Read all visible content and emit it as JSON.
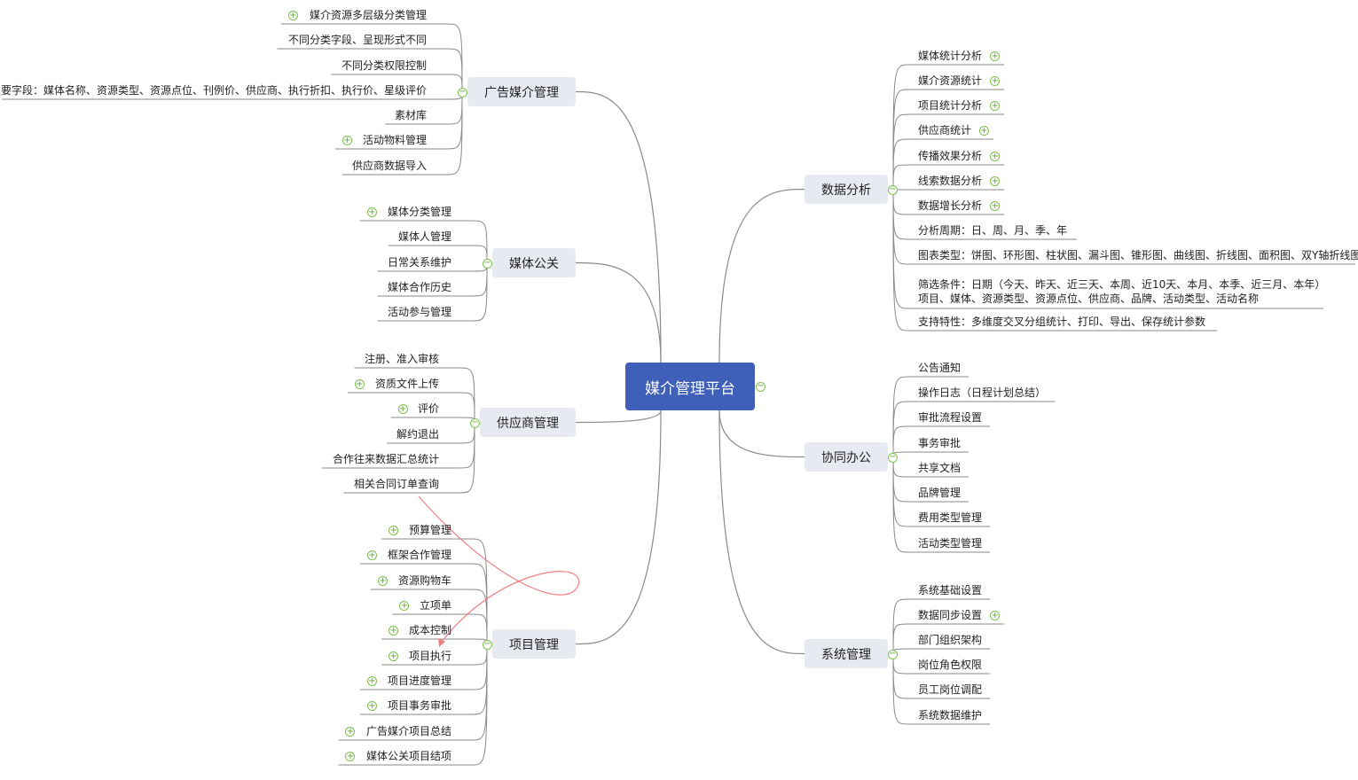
{
  "central": {
    "label": "媒介管理平台"
  },
  "branches": [
    {
      "id": "ad",
      "label": "广告媒介管理",
      "side": "left",
      "children": [
        {
          "label": "媒介资源多层级分类管理",
          "expand": true
        },
        {
          "label": "不同分类字段、呈现形式不同",
          "expand": false
        },
        {
          "label": "不同分类权限控制",
          "expand": false
        },
        {
          "label": "主要字段：媒体名称、资源类型、资源点位、刊例价、供应商、执行折扣、执行价、星级评价",
          "expand": false
        },
        {
          "label": "素材库",
          "expand": false
        },
        {
          "label": "活动物料管理",
          "expand": true
        },
        {
          "label": "供应商数据导入",
          "expand": false
        }
      ]
    },
    {
      "id": "pr",
      "label": "媒体公关",
      "side": "left",
      "children": [
        {
          "label": "媒体分类管理",
          "expand": true
        },
        {
          "label": "媒体人管理",
          "expand": false
        },
        {
          "label": "日常关系维护",
          "expand": false
        },
        {
          "label": "媒体合作历史",
          "expand": false
        },
        {
          "label": "活动参与管理",
          "expand": false
        }
      ]
    },
    {
      "id": "supplier",
      "label": "供应商管理",
      "side": "left",
      "children": [
        {
          "label": "注册、准入审核",
          "expand": false
        },
        {
          "label": "资质文件上传",
          "expand": true
        },
        {
          "label": "评价",
          "expand": true
        },
        {
          "label": "解约退出",
          "expand": false
        },
        {
          "label": "合作往来数据汇总统计",
          "expand": false
        },
        {
          "label": "相关合同订单查询",
          "expand": false
        }
      ]
    },
    {
      "id": "project",
      "label": "项目管理",
      "side": "left",
      "children": [
        {
          "label": "预算管理",
          "expand": true
        },
        {
          "label": "框架合作管理",
          "expand": true
        },
        {
          "label": "资源购物车",
          "expand": true
        },
        {
          "label": "立项单",
          "expand": true
        },
        {
          "label": "成本控制",
          "expand": true
        },
        {
          "label": "项目执行",
          "expand": true
        },
        {
          "label": "项目进度管理",
          "expand": true
        },
        {
          "label": "项目事务审批",
          "expand": true
        },
        {
          "label": "广告媒介项目总结",
          "expand": true
        },
        {
          "label": "媒体公关项目结项",
          "expand": true
        }
      ]
    },
    {
      "id": "data",
      "label": "数据分析",
      "side": "right",
      "children": [
        {
          "label": "媒体统计分析",
          "expand": true
        },
        {
          "label": "媒介资源统计",
          "expand": true
        },
        {
          "label": "项目统计分析",
          "expand": true
        },
        {
          "label": "供应商统计",
          "expand": true
        },
        {
          "label": "传播效果分析",
          "expand": true
        },
        {
          "label": "线索数据分析",
          "expand": true
        },
        {
          "label": "数据增长分析",
          "expand": true
        },
        {
          "label": "分析周期：日、周、月、季、年",
          "expand": false
        },
        {
          "label": "图表类型：饼图、环形图、柱状图、漏斗图、锥形图、曲线图、折线图、面积图、双Y轴折线图",
          "expand": false
        },
        {
          "label": "筛选条件：日期（今天、昨天、近三天、本周、近10天、本月、本季、近三月、本年）",
          "label2": "项目、媒体、资源类型、资源点位、供应商、品牌、活动类型、活动名称",
          "expand": false
        },
        {
          "label": "支持特性：多维度交叉分组统计、打印、导出、保存统计参数",
          "expand": false
        }
      ]
    },
    {
      "id": "office",
      "label": "协同办公",
      "side": "right",
      "children": [
        {
          "label": "公告通知",
          "expand": false
        },
        {
          "label": "操作日志（日程计划总结）",
          "expand": false
        },
        {
          "label": "审批流程设置",
          "expand": false
        },
        {
          "label": "事务审批",
          "expand": false
        },
        {
          "label": "共享文档",
          "expand": false
        },
        {
          "label": "品牌管理",
          "expand": false
        },
        {
          "label": "费用类型管理",
          "expand": false
        },
        {
          "label": "活动类型管理",
          "expand": false
        }
      ]
    },
    {
      "id": "system",
      "label": "系统管理",
      "side": "right",
      "children": [
        {
          "label": "系统基础设置",
          "expand": false
        },
        {
          "label": "数据同步设置",
          "expand": true
        },
        {
          "label": "部门组织架构",
          "expand": false
        },
        {
          "label": "岗位角色权限",
          "expand": false
        },
        {
          "label": "员工岗位调配",
          "expand": false
        },
        {
          "label": "系统数据维护",
          "expand": false
        }
      ]
    }
  ],
  "colors": {
    "central_fill": "#3f5fb8",
    "topic_fill": "#e8eaf1",
    "line": "#8a8a8a",
    "expand_icon": "#5ea832",
    "relationship": "#f08080"
  }
}
